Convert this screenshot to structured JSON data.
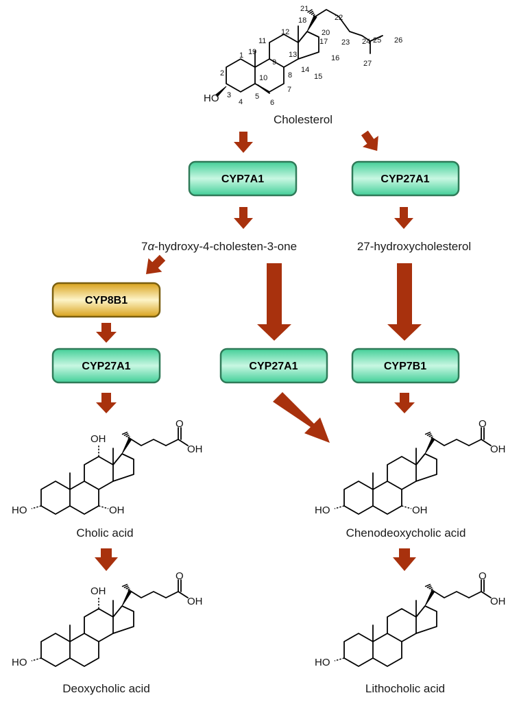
{
  "compounds": {
    "cholesterol": "Cholesterol",
    "hydroxy_cholestenone_prefix": "7",
    "hydroxy_cholestenone_alpha": "α",
    "hydroxy_cholestenone_rest": "-hydroxy-4-cholesten-3-one",
    "hydroxycholesterol27": "27-hydroxycholesterol",
    "cholic": "Cholic acid",
    "chenodeoxycholic": "Chenodeoxycholic acid",
    "deoxycholic": "Deoxycholic acid",
    "lithocholic": "Lithocholic acid"
  },
  "enzymes": {
    "cyp7a1": "CYP7A1",
    "cyp27a1_top": "CYP27A1",
    "cyp8b1": "CYP8B1",
    "cyp27a1_left": "CYP27A1",
    "cyp27a1_middle": "CYP27A1",
    "cyp7b1": "CYP7B1"
  },
  "atoms": {
    "ho": "HO",
    "oh": "OH",
    "o": "O"
  },
  "carbon_numbers": [
    "1",
    "2",
    "3",
    "4",
    "5",
    "6",
    "7",
    "8",
    "9",
    "10",
    "11",
    "12",
    "13",
    "14",
    "15",
    "16",
    "17",
    "18",
    "19",
    "20",
    "21",
    "22",
    "23",
    "24",
    "25",
    "26",
    "27"
  ],
  "colors": {
    "arrow": "#a8310d",
    "enzyme_green_center": "#bff5dd",
    "enzyme_green_edge": "#3fd19a",
    "enzyme_green_border": "#2f7a58",
    "enzyme_gold_center": "#fdf3c4",
    "enzyme_gold_edge": "#d9a521",
    "enzyme_gold_border": "#7a5f10"
  }
}
